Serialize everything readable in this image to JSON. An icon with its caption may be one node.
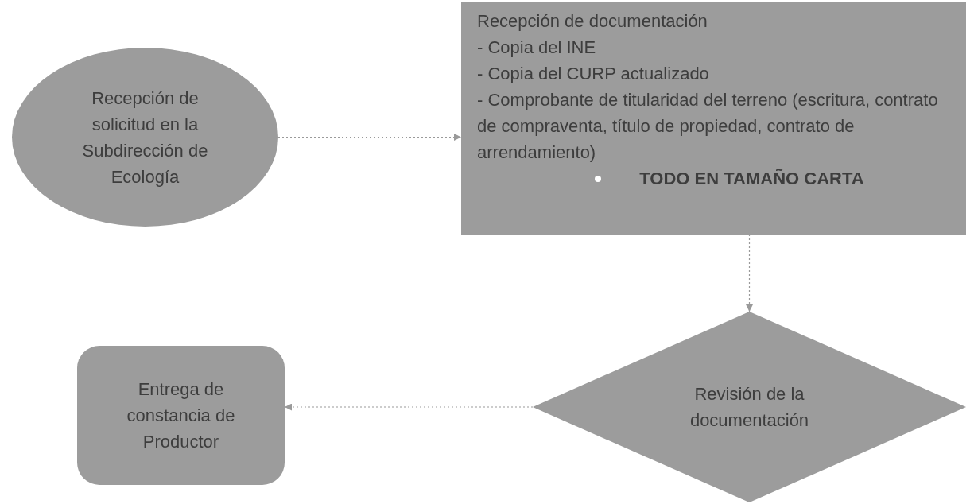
{
  "diagram": {
    "nodes": [
      {
        "text": [
          "Recepción de solicitud en la Subdirección de Ecología"
        ]
      },
      {
        "text": [
          "Recepción de documentación",
          "- Copia del INE",
          "- Copia del CURP actualizado",
          "- Comprobante de titularidad del terreno (escritura, contrato de compraventa, título de propiedad, contrato de arrendamiento)",
          "TODO EN TAMAÑO CARTA"
        ]
      },
      {
        "text": [
          "Revisión de la documentación"
        ]
      },
      {
        "text": [
          "Entrega de constancia de Productor"
        ]
      }
    ],
    "edges": [
      {
        "from": 0,
        "to": 1,
        "arrow": "to",
        "style": "dashed"
      },
      {
        "from": 1,
        "to": 2,
        "arrow": "to",
        "style": "dashed"
      },
      {
        "from": 2,
        "to": 3,
        "arrow": "to",
        "style": "dashed"
      }
    ]
  }
}
